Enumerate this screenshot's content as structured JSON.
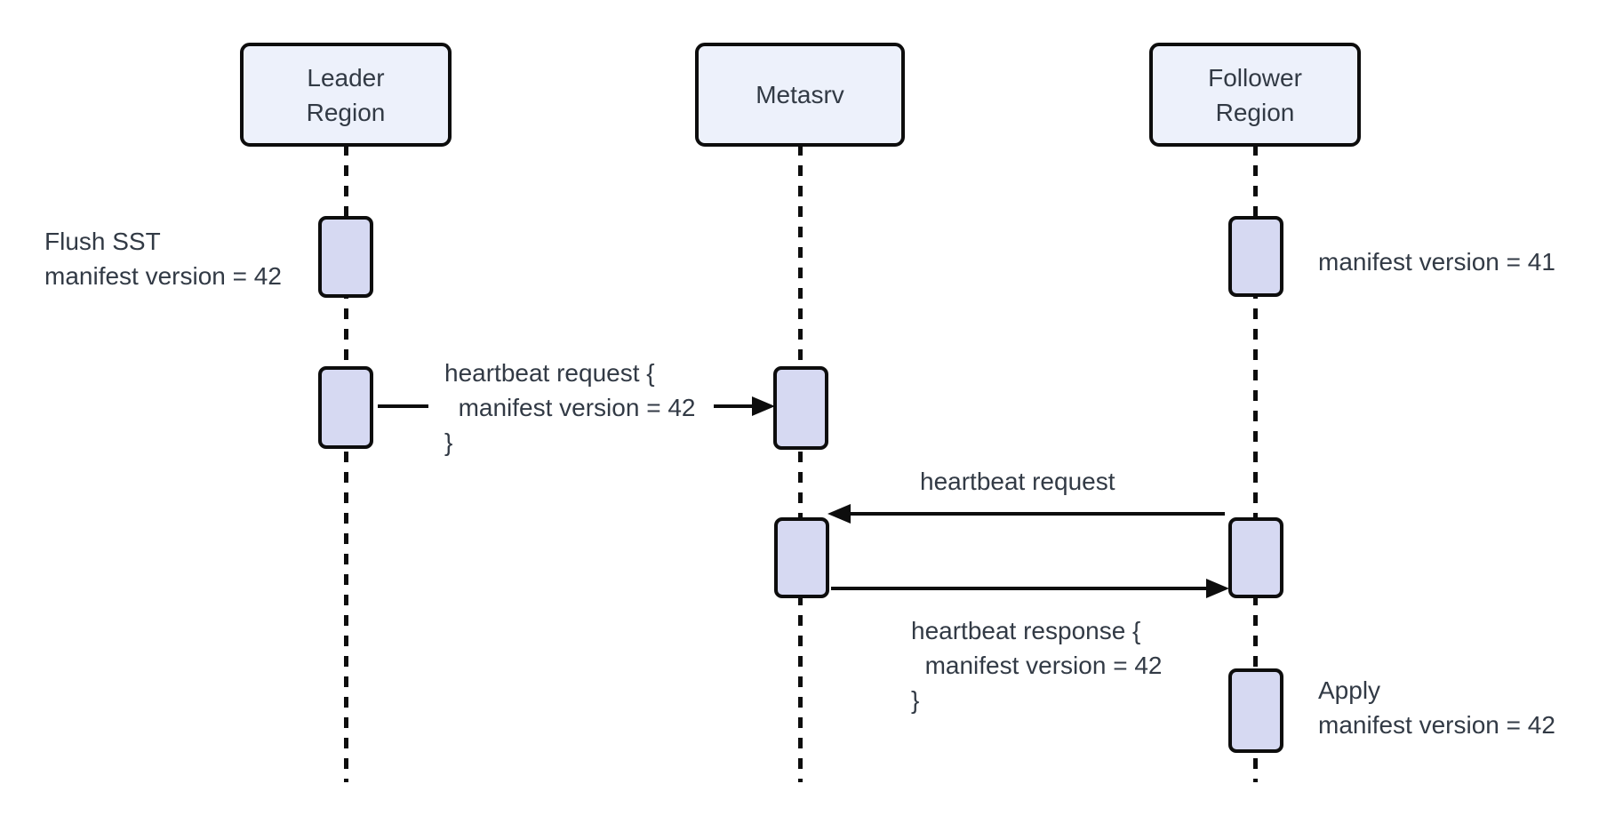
{
  "colors": {
    "background": "#ffffff",
    "participant_fill": "#edf1fb",
    "activation_fill": "#d6d9f2",
    "stroke": "#0d0d0d",
    "text": "#323a45"
  },
  "participants": [
    {
      "id": "leader-region",
      "label": "Leader\nRegion"
    },
    {
      "id": "metasrv",
      "label": "Metasrv"
    },
    {
      "id": "follower-region",
      "label": "Follower\nRegion"
    }
  ],
  "annotations": {
    "flush_sst": "Flush SST\nmanifest version = 42",
    "follower_manifest": "manifest version = 41",
    "apply": "Apply\nmanifest version = 42"
  },
  "messages": {
    "heartbeat_request_to_metasrv": "heartbeat request {\n  manifest version = 42\n}",
    "heartbeat_request_from_follower": "heartbeat request",
    "heartbeat_response": "heartbeat response {\n  manifest version = 42\n}"
  }
}
